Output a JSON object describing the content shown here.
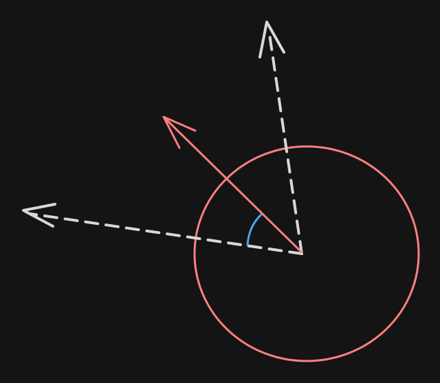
{
  "colors": {
    "background": "#141414",
    "circle": "#ff8080",
    "vector": "#ff8080",
    "axes": "#d8d8d8",
    "angle_arc": "#4ea3f0"
  },
  "elements": {
    "circle": "unit-circle",
    "solid_vector": "arrow",
    "dashed_axes": [
      "x-axis-arrow",
      "y-axis-arrow"
    ],
    "angle_marker": "arc"
  }
}
